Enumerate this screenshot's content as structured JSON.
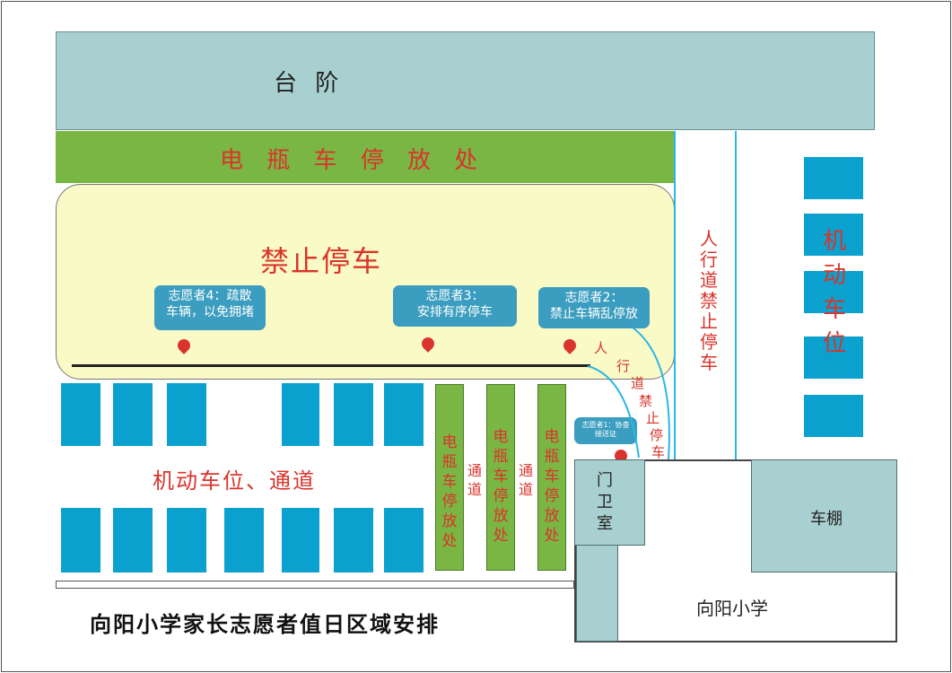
{
  "labels": {
    "steps": "台 阶",
    "ebike_top": "电 瓶 车 停 放 处",
    "no_parking": "禁止停车",
    "motor_lane": "机动车位、通道",
    "ebike_col": "电\n瓶\n车\n停\n放\n处",
    "passage": "通\n道",
    "sidewalk_no_park": "人\n行\n道\n禁\n止\n停\n车",
    "motor_spot": "机\n动\n车\n位",
    "curve_1": "人",
    "curve_2": "行",
    "curve_3": "道",
    "curve_4": "禁",
    "curve_5": "止",
    "curve_6": "停",
    "curve_7": "车",
    "guard_room": "门\n卫\n室",
    "carport": "车棚",
    "school": "向阳小学",
    "title": "向阳小学家长志愿者值日区域安排"
  },
  "volunteers": {
    "v1": "志愿者1：协查\n接送证",
    "v2": "志愿者2：\n禁止车辆乱停放",
    "v3": "志愿者3：\n安排有序停车",
    "v4": "志愿者4：疏散\n车辆，以免拥堵"
  },
  "colors": {
    "steps": "#a9d0d0",
    "ebike": "#7ab644",
    "no_parking_zone": "#fafac6",
    "parking_spot": "#0aa1cf",
    "label_red": "#d9342b",
    "bubble": "#3b9dbf",
    "lane_line": "#29b6e6"
  }
}
